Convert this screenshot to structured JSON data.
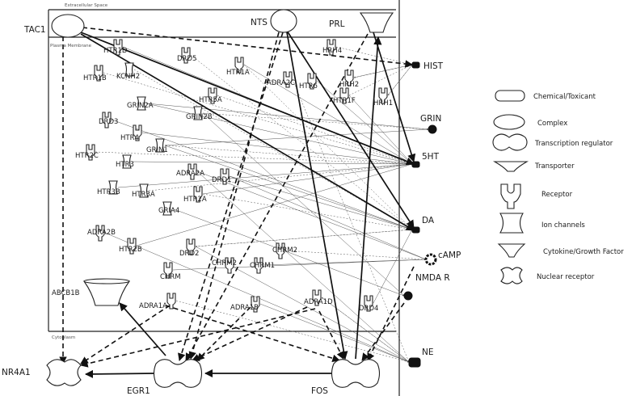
{
  "compartments": {
    "extracellular": "Extracellular Space",
    "plasma_membrane": "Plasma Membrane",
    "cytoplasm": "Cytoplasm"
  },
  "nodes": {
    "TAC1": "TAC1",
    "NTS": "NTS",
    "PRL": "PRL",
    "HTR1D": "HTR1D",
    "DRD5": "DRD5",
    "HRH4": "HRH4",
    "HTR1B": "HTR1B",
    "KCNH2": "KCNH2",
    "HTR1A": "HTR1A",
    "ADRA2C": "ADRA2C",
    "HTR6": "HTR6",
    "HRH2": "HRH2",
    "HTR5A": "HTR5A",
    "HTR1F": "HTR1F",
    "HRH1": "HRH1",
    "GRIN2A": "GRIN2A",
    "DRD3": "DRD3",
    "GRIN2B": "GRIN2B",
    "HTR4": "HTR4",
    "GRIN1": "GRIN1",
    "HTR2C": "HTR2C",
    "HTR3": "HTR3",
    "ADRA2A": "ADRA2A",
    "DRD1": "DRD1",
    "HTR3B": "HTR3B",
    "HTR3A": "HTR3A",
    "HTR2A": "HTR2A",
    "GRIA4": "GRIA4",
    "ADRA2B": "ADRA2B",
    "HTR2B": "HTR2B",
    "DRD2": "DRD2",
    "CHRM2": "CHRM2",
    "CHRM1": "CHRM1",
    "CHRM": "CHRM",
    "ABCB1B": "ABCB1B",
    "ADRA1A": "ADRA1A",
    "ADRA1B": "ADRA1B",
    "ADRA1D": "ADRA1D",
    "DRD4": "DRD4",
    "NR4A1": "NR4A1",
    "EGR1": "EGR1",
    "FOS": "FOS"
  },
  "chemicals": {
    "HIST": "HIST",
    "GRIN": "GRIN",
    "5HT": "5HT",
    "DA": "DA",
    "cAMP": "cAMP",
    "NMDA_R": "NMDA R",
    "NE": "NE"
  },
  "legend": {
    "items": [
      {
        "icon": "chemical-toxicant-icon",
        "label": "Chemical/Toxicant"
      },
      {
        "icon": "complex-icon",
        "label": "Complex"
      },
      {
        "icon": "transcription-regulator-icon",
        "label": "Transcription regulator"
      },
      {
        "icon": "transporter-icon",
        "label": "Transporter"
      },
      {
        "icon": "receptor-icon",
        "label": "Receptor"
      },
      {
        "icon": "ion-channel-icon",
        "label": "Ion channels"
      },
      {
        "icon": "cytokine-growth-factor-icon",
        "label": "Cytokine/Growth Factor"
      },
      {
        "icon": "nuclear-receptor-icon",
        "label": "Nuclear receptor"
      }
    ]
  }
}
